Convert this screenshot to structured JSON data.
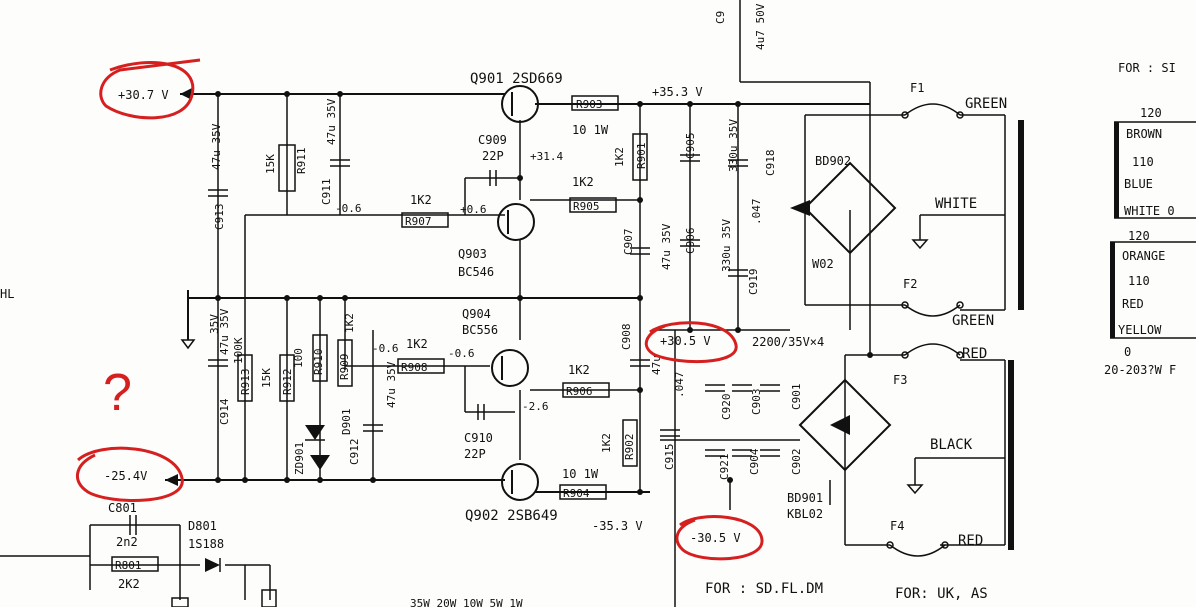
{
  "transistors": {
    "q901": "Q901  2SD669",
    "q903": "Q903",
    "q903_type": "BC546",
    "q904": "Q904",
    "q904_type": "BC556",
    "q902": "Q902  2SB649"
  },
  "resistors": {
    "r903": "R903",
    "r903_val": "10  1W",
    "r911": "R911",
    "r911_val": "15K",
    "r907": "R907",
    "r907_val": "1K2",
    "r905": "R905",
    "r905_val": "1K2",
    "r901": "R901",
    "r901_val": "1K2",
    "r913": "R913",
    "r913_val": "100K",
    "r912": "R912",
    "r912_val": "15K",
    "r910": "R910",
    "r910_val": "100",
    "r909": "R909",
    "r909_val": "1K2",
    "r908": "R908",
    "r908_val": "1K2",
    "r906": "R906",
    "r906_val": "1K2",
    "r902": "R902",
    "r902_val": "1K2",
    "r904": "R904",
    "r904_val": "10  1W",
    "r801": "R801",
    "r801_val": "2K2"
  },
  "capacitors": {
    "c913": "C913",
    "c913_val": "47u 35V",
    "c911": "C911",
    "c911_val": "47u 35V",
    "c909": "C909",
    "c909_val": "22P",
    "c905": "C905",
    "c905_val": "330u 35V",
    "c918": "C918",
    "c918_val": ".047",
    "c907": "C907",
    "c907_val": "47u 35V",
    "c906": "C906",
    "c906_val": "330u 35V",
    "c919": "C919",
    "c914": "C914",
    "c914_val": "47u 35V",
    "c912": "C912",
    "c912_val": "47u 35V",
    "c910": "C910",
    "c910_val": "22P",
    "c908": "C908",
    "c908_val": "47u",
    "c915": "C915",
    "c915_val": ".047",
    "c920": "C920",
    "c921": "C921",
    "c903": "C903",
    "c904": "C904",
    "c901": "C901",
    "c902": "C902",
    "c4x": "2200/35V×4",
    "c801": "C801",
    "c801_val": "2n2",
    "c_top": "C9",
    "c_top_val": "4u7 50V"
  },
  "diodes": {
    "zd901": "ZD901",
    "d901": "D901",
    "d801": "D801",
    "d801_type": "1S188",
    "bd902": "BD902",
    "bd902_type": "W02",
    "bd901": "BD901",
    "bd901_type": "KBL02"
  },
  "nodes": {
    "v_pos_in": "+30.7 V",
    "v_pos_rail": "+35.3 V",
    "v_q903_b": "+31.4",
    "v_06a": "-0.6",
    "v_06b": "+0.6",
    "v_06c": "-0.6",
    "v_06d": "-0.6",
    "v_26": "-2.6",
    "v_305_pos": "+30.5 V",
    "v_neg_in": "-25.4V",
    "v_neg_rail": "-35.3 V",
    "v_305_neg": "-30.5 V",
    "ground_35v": "35V"
  },
  "fuses": {
    "f1": "F1",
    "f2": "F2",
    "f3": "F3",
    "f4": "F4"
  },
  "wires": {
    "green1": "GREEN",
    "white": "WHITE",
    "green2": "GREEN",
    "red1": "RED",
    "black": "BLACK",
    "red2": "RED"
  },
  "tables": {
    "for_si": "FOR : SI",
    "t1_120": "120",
    "brown": "BROWN",
    "t1_110": "110",
    "blue": "BLUE",
    "white0": "WHITE 0",
    "t2_120": "120",
    "orange": "ORANGE",
    "t2_110": "110",
    "red": "RED",
    "yellow": "YELLOW",
    "t2_0": "0",
    "range": "20-203?W F"
  },
  "footer": {
    "for_sd": "FOR : SD.FL.DM",
    "for_uk": "FOR: UK, AS",
    "power_list": "35W 20W 10W 5W 1W",
    "hl": "HL"
  },
  "annotations": {
    "question": "?",
    "color": "#d62020"
  }
}
